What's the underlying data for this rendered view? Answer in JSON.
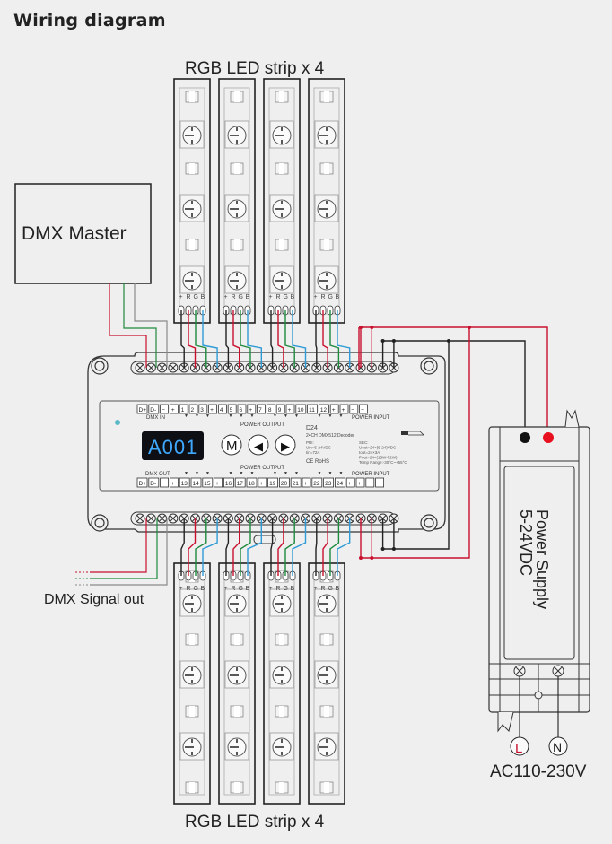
{
  "title": "Wiring diagram",
  "labels": {
    "top_strips": "RGB LED strip x 4",
    "bottom_strips": "RGB LED strip x 4",
    "dmx_master": "DMX Master",
    "dmx_signal_out": "DMX Signal out",
    "power_supply_line1": "Power Supply",
    "power_supply_line2": "5-24VDC",
    "ac_input": "AC110-230V",
    "live": "L",
    "neutral": "N"
  },
  "strip_pins": [
    "+",
    "R",
    "G",
    "B"
  ],
  "decoder": {
    "display": "A001",
    "buttons": [
      "M",
      "◀",
      "▶"
    ],
    "model": "D24",
    "name": "24CH DMX512 Decoder",
    "pri": [
      "PRI:",
      "Uin=5-24VDC",
      "Iin=72A"
    ],
    "sec": [
      "SEC:",
      "Uout=24×(5-24)VDC",
      "Iout=24×3A",
      "Pout=24×(15W-72W)",
      "Temp Range:-30°C~+65°C"
    ],
    "cert": "CE  RoHS",
    "dmx_in_label": "DMX IN",
    "dmx_out_label": "DMX OUT",
    "power_output_label": "POWER OUTPUT",
    "power_input_label": "POWER INPUT",
    "top_terminals": [
      "D+",
      "D-",
      "−",
      "+",
      "1",
      "2",
      "3",
      "+",
      "4",
      "5",
      "6",
      "+",
      "7",
      "8",
      "9",
      "+",
      "10",
      "11",
      "12",
      "+",
      "+",
      "−",
      "−"
    ],
    "bottom_terminals": [
      "D+",
      "D-",
      "−",
      "+",
      "13",
      "14",
      "15",
      "+",
      "16",
      "17",
      "18",
      "+",
      "19",
      "20",
      "21",
      "+",
      "22",
      "23",
      "24",
      "+",
      "+",
      "−",
      "−"
    ]
  },
  "colors": {
    "wire_red": "#c8102e",
    "wire_green": "#1e8a3e",
    "wire_blue": "#2f9bd6",
    "wire_black": "#222222",
    "wire_gray": "#8a8a8a",
    "display_bg": "#0d0f14",
    "display_text": "#3fa8ff",
    "status_led": "#5ab8c8",
    "terminal_red": "#e8101e"
  }
}
